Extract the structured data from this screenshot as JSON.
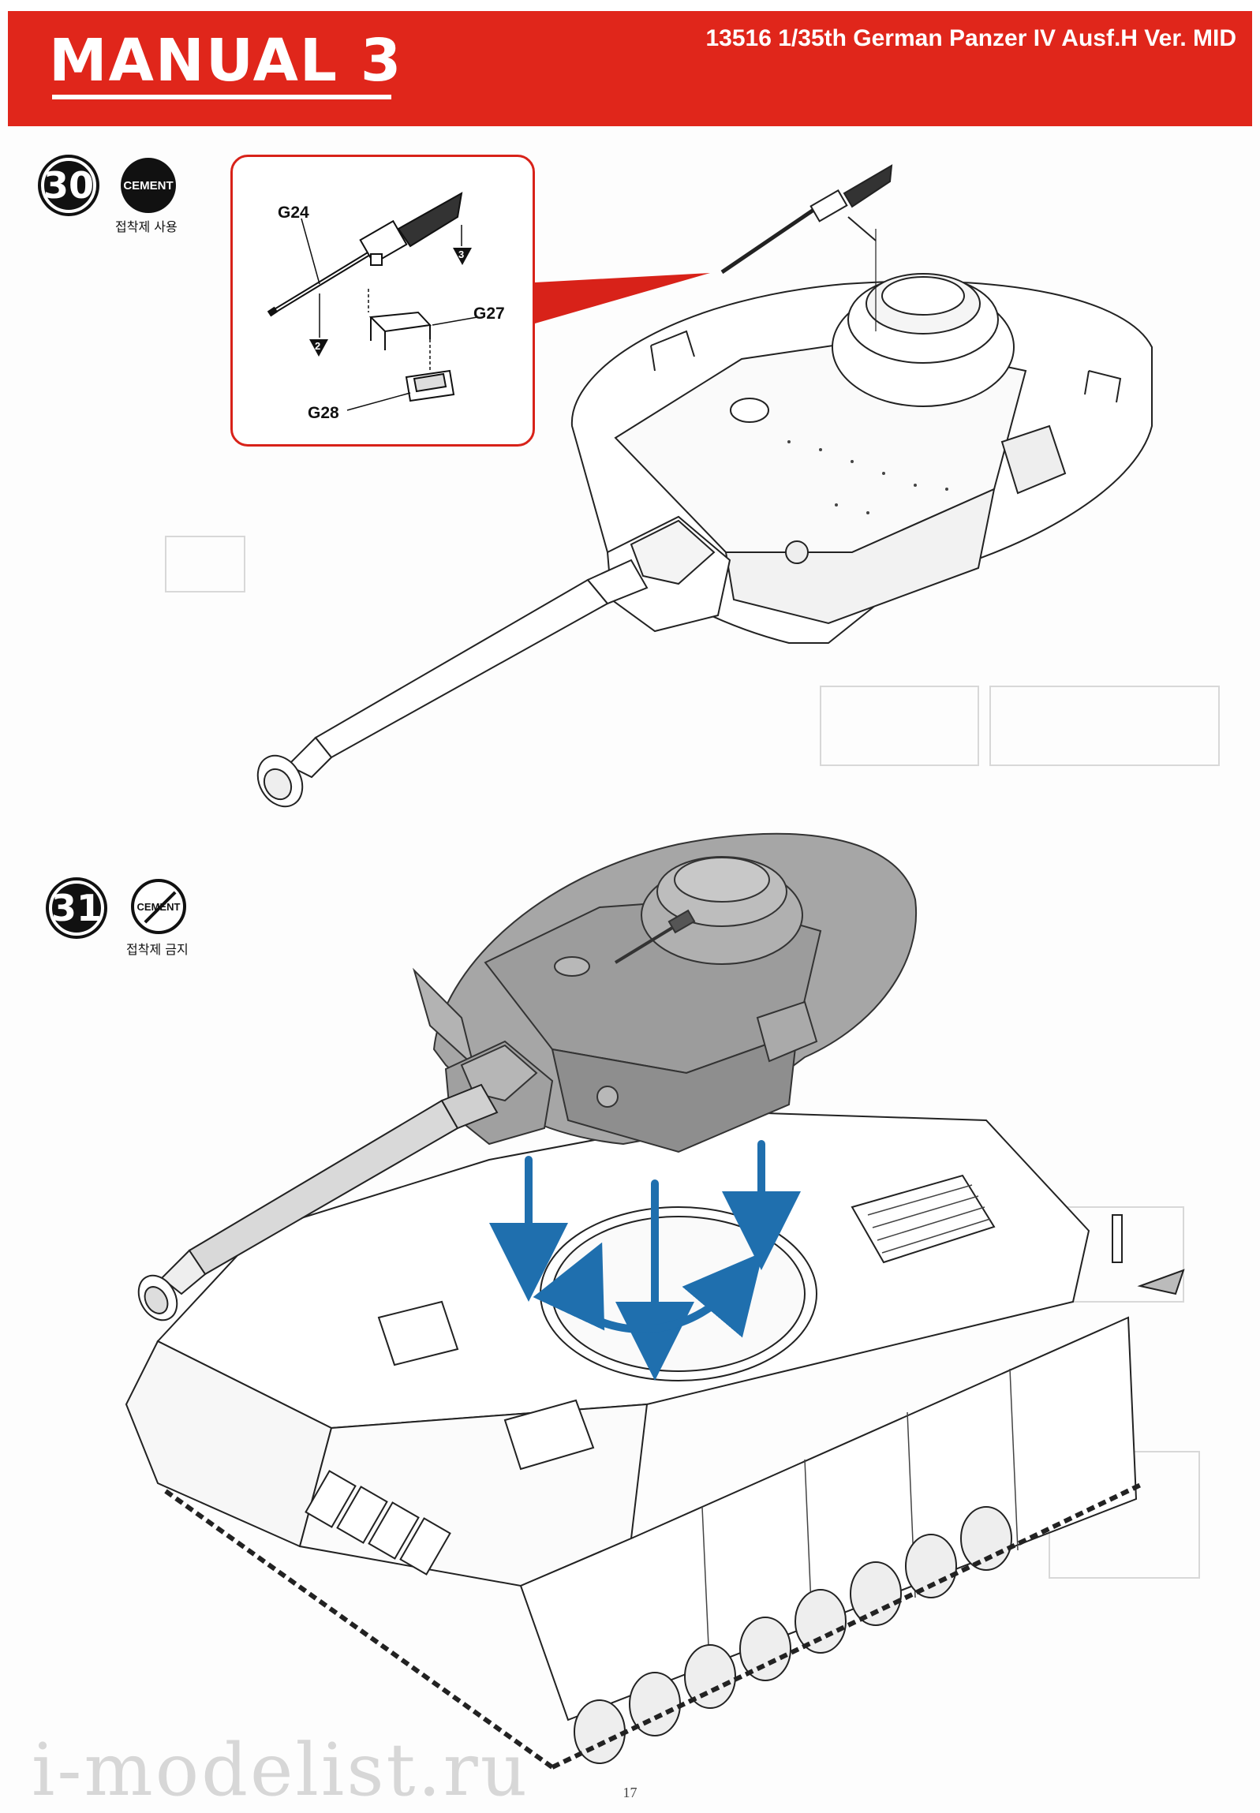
{
  "header": {
    "title": "MANUAL 3",
    "kit_title": "13516 1/35th German Panzer IV Ausf.H Ver. MID"
  },
  "step30": {
    "number": "30",
    "cement_icon": "CEMENT",
    "cement_note": "접착제 사용",
    "parts": {
      "g24": "G24",
      "g27": "G27",
      "g28": "G28",
      "marker2": "2",
      "marker3": "3"
    }
  },
  "step31": {
    "number": "31",
    "cement_icon": "CEMENT",
    "cement_note": "접착제 금지"
  },
  "footer": {
    "page_number": "17",
    "watermark": "i-modelist.ru"
  },
  "colors": {
    "header_red": "#e0261b",
    "callout_border": "#d82219",
    "arrow_blue": "#1f6fae",
    "turret_grey": "#9a9a9a"
  }
}
